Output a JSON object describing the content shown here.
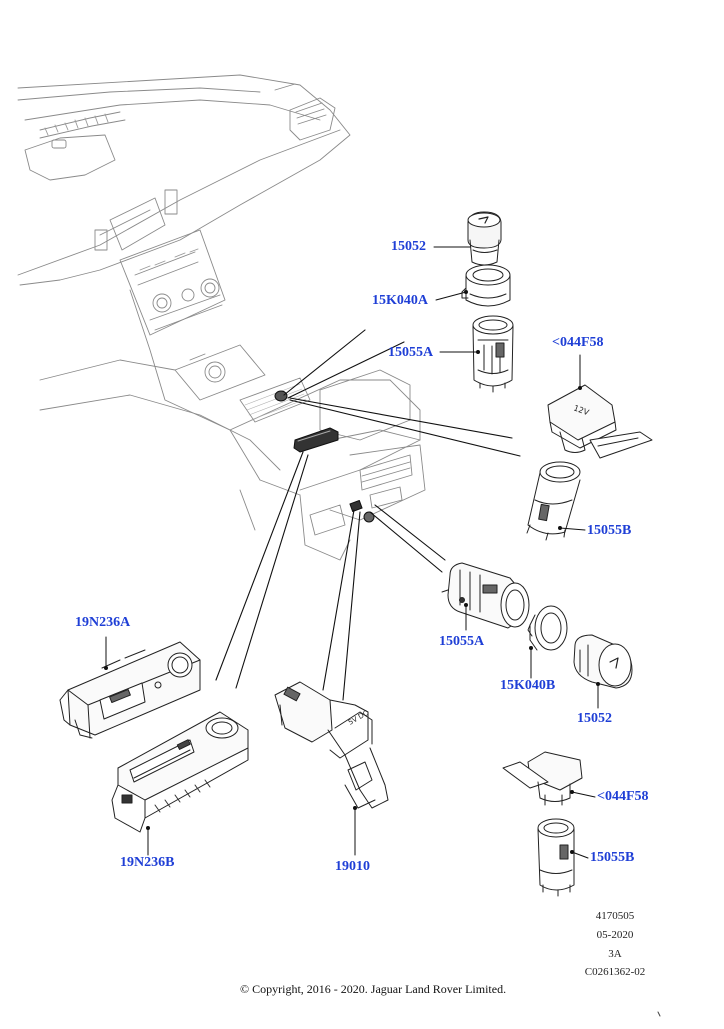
{
  "callouts": {
    "c15052_top": "15052",
    "c15K040A": "15K040A",
    "c15055A_top": "15055A",
    "c044F58_top": "<044F58",
    "c15055B_mid": "15055B",
    "c19N236A": "19N236A",
    "c15055A_mid": "15055A",
    "c15K040B": "15K040B",
    "c15052_mid": "15052",
    "c19N236B": "19N236B",
    "c19010": "19010",
    "c044F58_bot": "<044F58",
    "c15055B_bot": "15055B"
  },
  "meta": {
    "diagram_number": "4170505",
    "date": "05-2020",
    "revision": "3A",
    "code": "C0261362-02"
  },
  "copyright": "© Copyright, 2016 - 2020. Jaguar Land Rover Limited.",
  "cap_labels": {
    "socket_cap": "12V",
    "pdf_cap": "5V DC"
  }
}
